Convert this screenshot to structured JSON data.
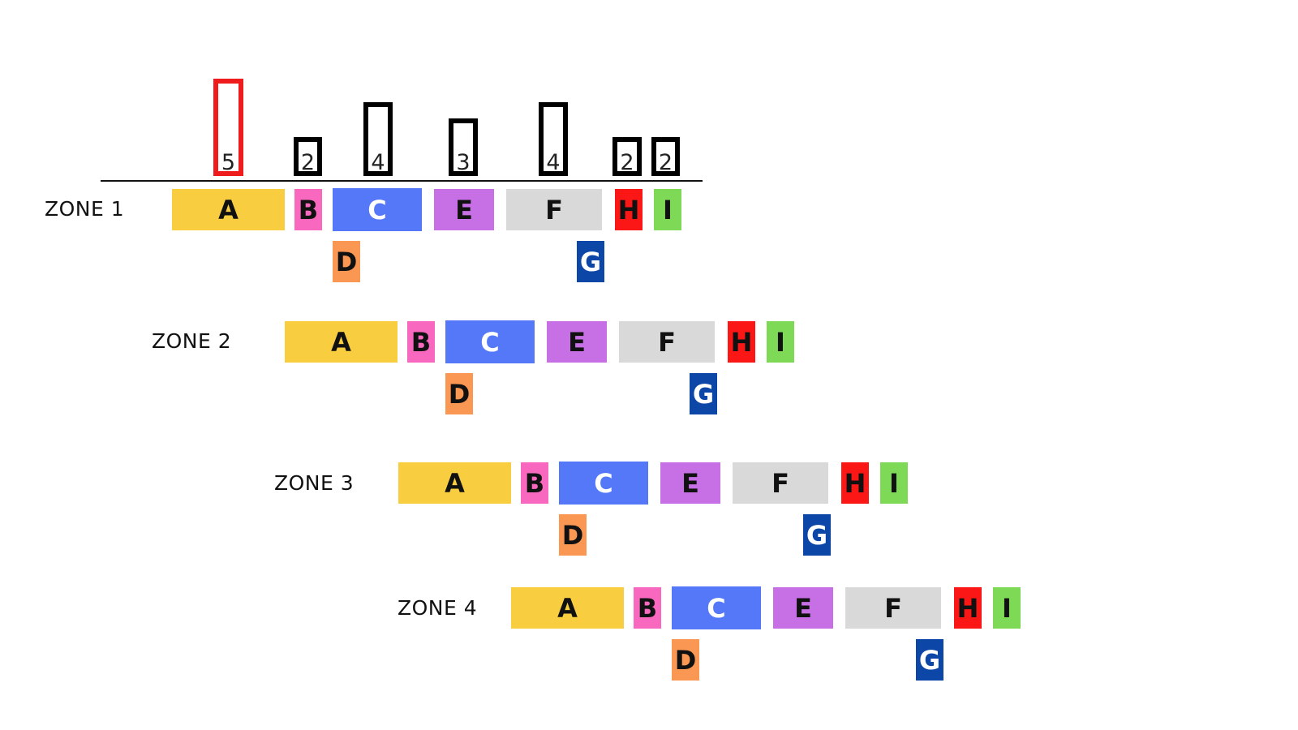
{
  "counts": [
    {
      "label": "A",
      "value": "5",
      "highlight": true
    },
    {
      "label": "B",
      "value": "2",
      "highlight": false
    },
    {
      "label": "C",
      "value": "4",
      "highlight": false
    },
    {
      "label": "E",
      "value": "3",
      "highlight": false
    },
    {
      "label": "F",
      "value": "4",
      "highlight": false
    },
    {
      "label": "H",
      "value": "2",
      "highlight": false
    },
    {
      "label": "I",
      "value": "2",
      "highlight": false
    }
  ],
  "zones": [
    {
      "label": "ZONE 1"
    },
    {
      "label": "ZONE 2"
    },
    {
      "label": "ZONE 3"
    },
    {
      "label": "ZONE 4"
    }
  ],
  "blocks": [
    {
      "id": "A",
      "color": "#f8ce40",
      "text_color": "#111111"
    },
    {
      "id": "B",
      "color": "#f768be",
      "text_color": "#111111"
    },
    {
      "id": "C",
      "color": "#5578f8",
      "text_color": "#ffffff"
    },
    {
      "id": "D",
      "color": "#f99753",
      "text_color": "#111111"
    },
    {
      "id": "E",
      "color": "#c770e6",
      "text_color": "#111111"
    },
    {
      "id": "F",
      "color": "#d9d9d9",
      "text_color": "#111111"
    },
    {
      "id": "G",
      "color": "#0c47a8",
      "text_color": "#ffffff"
    },
    {
      "id": "H",
      "color": "#fc1717",
      "text_color": "#111111"
    },
    {
      "id": "I",
      "color": "#7ed957",
      "text_color": "#111111"
    }
  ]
}
